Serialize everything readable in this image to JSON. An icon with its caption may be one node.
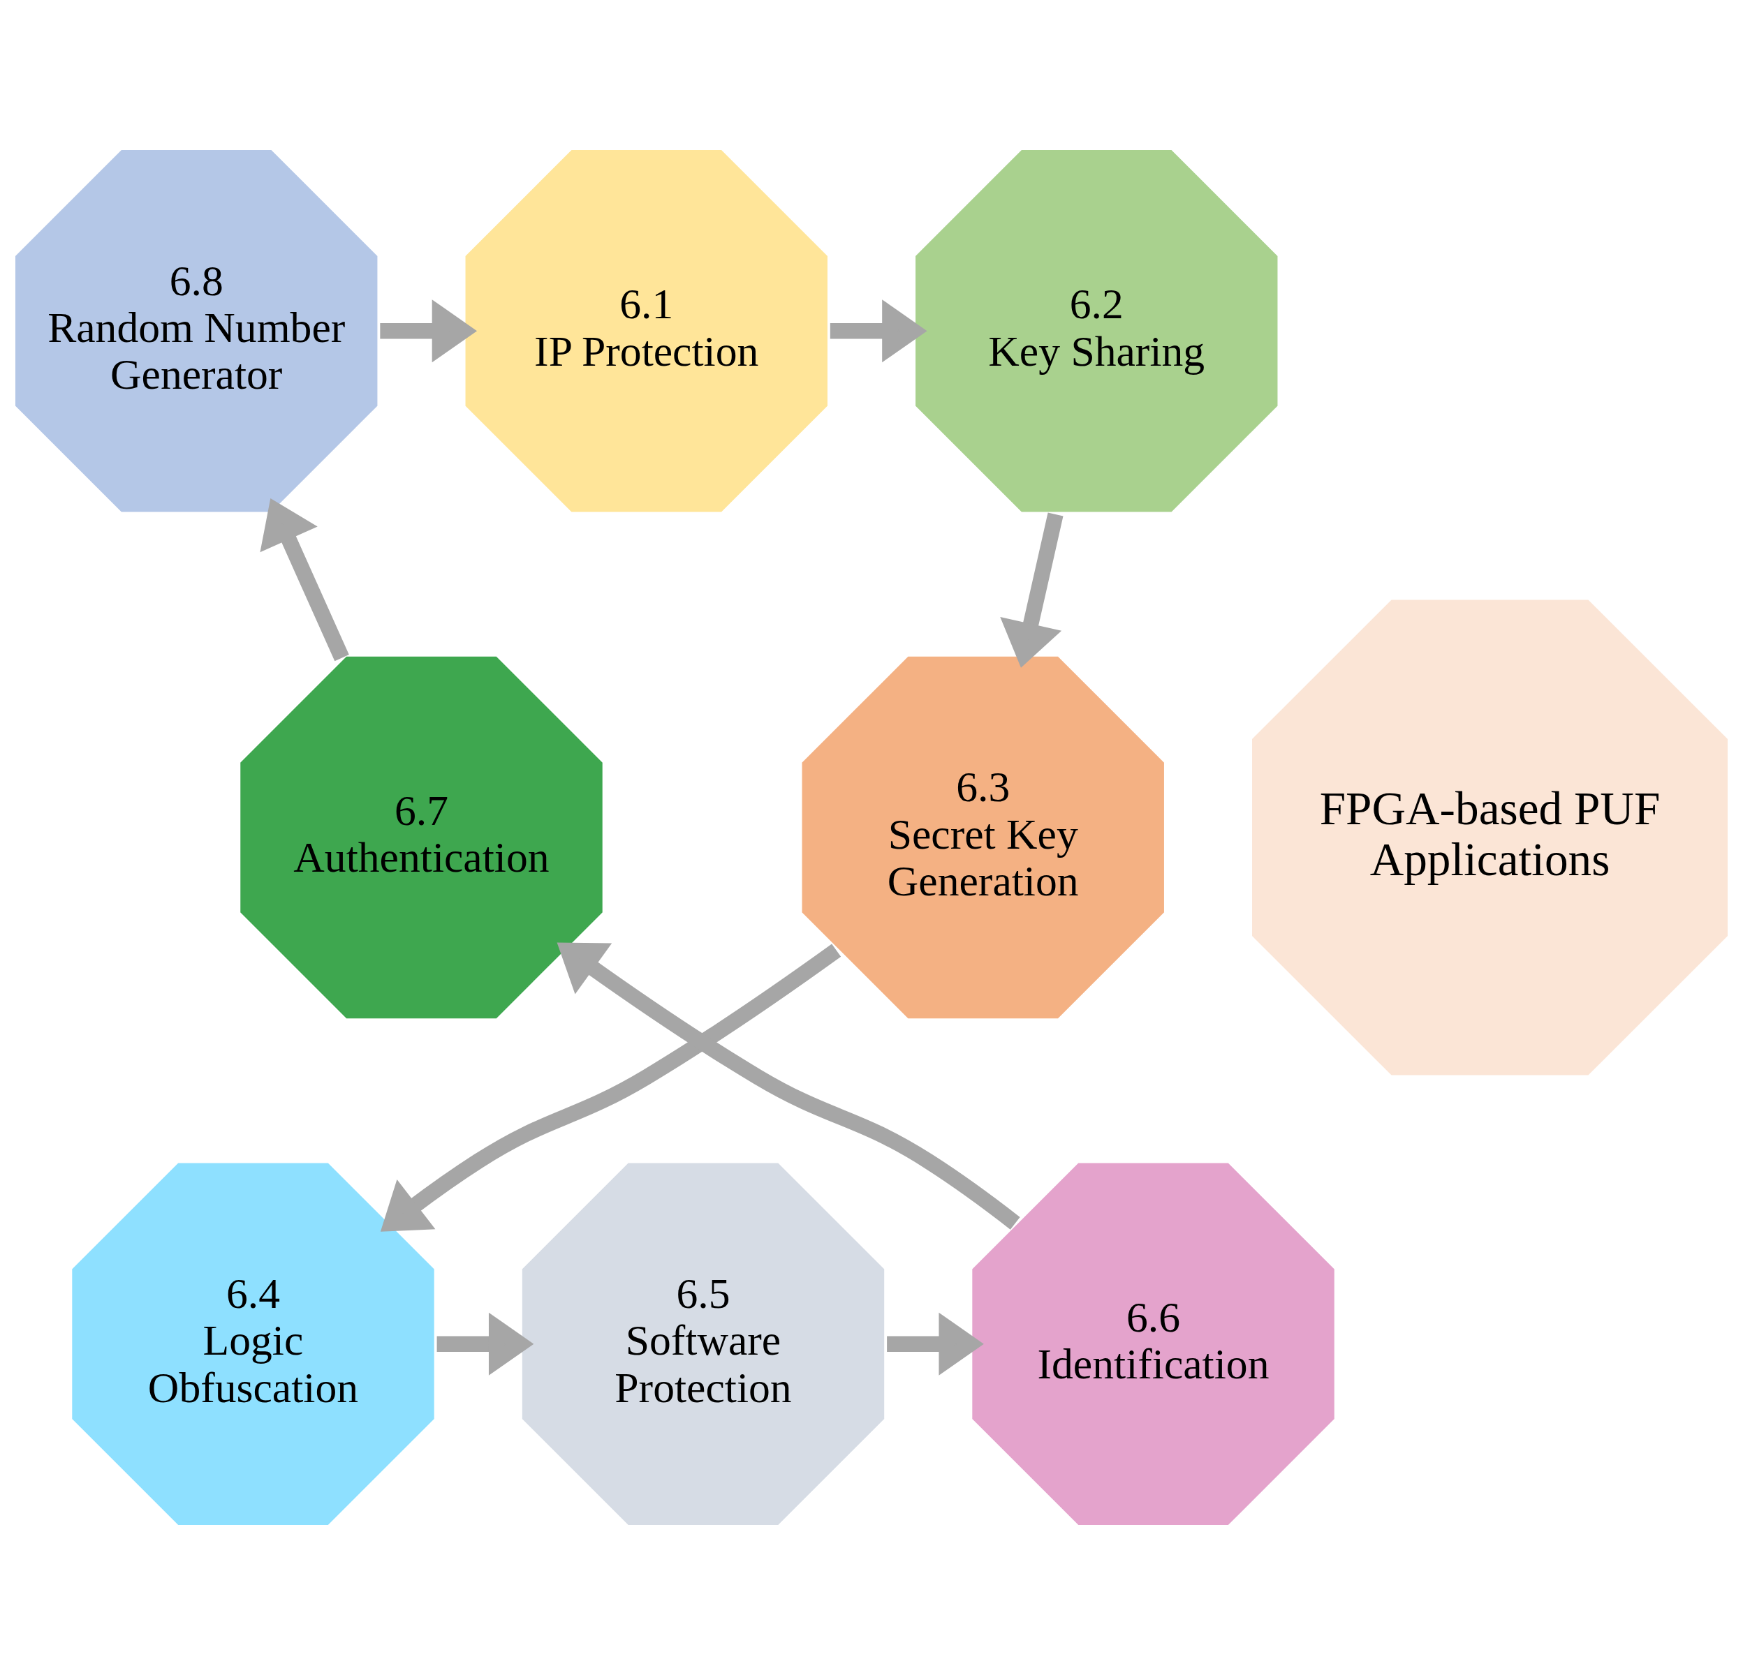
{
  "diagram": {
    "nodes": [
      {
        "text": [
          "6.1",
          "IP Protection"
        ]
      },
      {
        "text": [
          "6.2",
          "Key Sharing"
        ]
      },
      {
        "text": [
          "6.3",
          "Secret Key Generation"
        ]
      },
      {
        "text": [
          "6.4",
          "Logic Obfuscation"
        ]
      },
      {
        "text": [
          "6.5",
          "Software Protection"
        ]
      },
      {
        "text": [
          "6.6",
          "Identification"
        ]
      },
      {
        "text": [
          "6.7",
          "Authentication"
        ]
      },
      {
        "text": [
          "6.8",
          "Random Number Generator"
        ]
      },
      {
        "text": [
          "FPGA-based PUF Applications"
        ]
      }
    ],
    "edges": [
      {
        "from": 0,
        "to": 1,
        "arrow": "to"
      },
      {
        "from": 1,
        "to": 2,
        "arrow": "to"
      },
      {
        "from": 2,
        "to": 3,
        "arrow": "to"
      },
      {
        "from": 3,
        "to": 4,
        "arrow": "to"
      },
      {
        "from": 4,
        "to": 5,
        "arrow": "to"
      },
      {
        "from": 5,
        "to": 6,
        "arrow": "to"
      },
      {
        "from": 6,
        "to": 7,
        "arrow": "to"
      },
      {
        "from": 7,
        "to": 0,
        "arrow": "to"
      }
    ]
  }
}
